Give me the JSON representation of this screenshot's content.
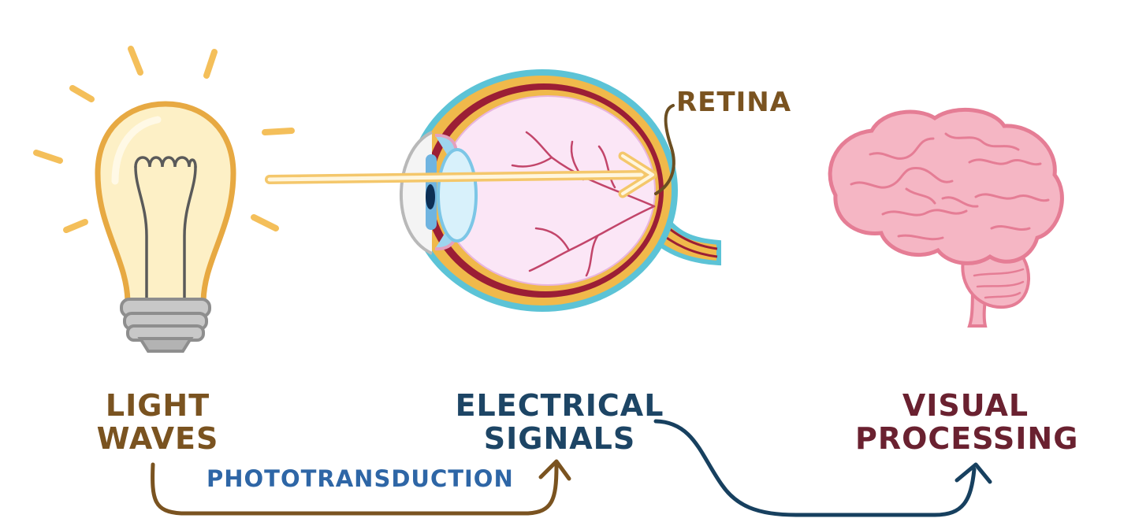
{
  "labels": {
    "light_waves": [
      "LIGHT",
      "WAVES"
    ],
    "electrical_signals": [
      "ELECTRICAL",
      "SIGNALS"
    ],
    "visual_processing": [
      "VISUAL",
      "PROCESSING"
    ],
    "retina": "RETINA",
    "phototransduction": "PHOTOTRANSDUCTION"
  },
  "colors": {
    "light_label": "#7a5320",
    "signal_label": "#1d4565",
    "visual_label": "#6a2130",
    "retina_label": "#7a5320",
    "photo_label": "#2e66a6",
    "arrow_brown": "#7a5320",
    "arrow_navy": "#17405f",
    "bulb_glow": "#f4bf5a",
    "brain_pink": "#f5b6c4",
    "eye_pink": "#fbe6f6"
  },
  "icons": [
    "light-bulb-icon",
    "eye-cross-section-icon",
    "brain-icon"
  ]
}
